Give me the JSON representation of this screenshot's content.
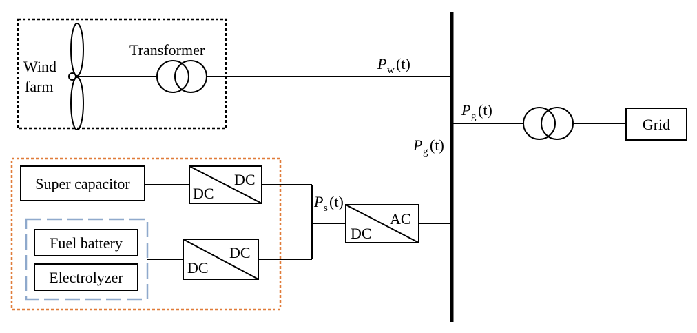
{
  "wind_group": {
    "wind_farm_line1": "Wind",
    "wind_farm_line2": "farm",
    "transformer": "Transformer"
  },
  "labels": {
    "pw_symbol": "P",
    "pw_sub": "w",
    "pw_arg": "(t)",
    "pg_top_symbol": "P",
    "pg_top_sub": "g",
    "pg_top_arg": "(t)",
    "pg_mid_symbol": "P",
    "pg_mid_sub": "g",
    "pg_mid_arg": "(t)",
    "ps_symbol": "P",
    "ps_sub": "s",
    "ps_arg": "(t)",
    "grid": "Grid"
  },
  "storage_group": {
    "super_capacitor": "Super capacitor",
    "fuel_battery": "Fuel battery",
    "electrolyzer": "Electrolyzer"
  },
  "converters": {
    "dcdc_top_in": "DC",
    "dcdc_top_out": "DC",
    "dcdc_bottom_in": "DC",
    "dcdc_bottom_out": "DC",
    "dcac_in": "DC",
    "dcac_out": "AC"
  },
  "colors": {
    "wind_border": "#000000",
    "storage_border": "#e07b39",
    "hydrogen_border": "#8fa9cc"
  }
}
